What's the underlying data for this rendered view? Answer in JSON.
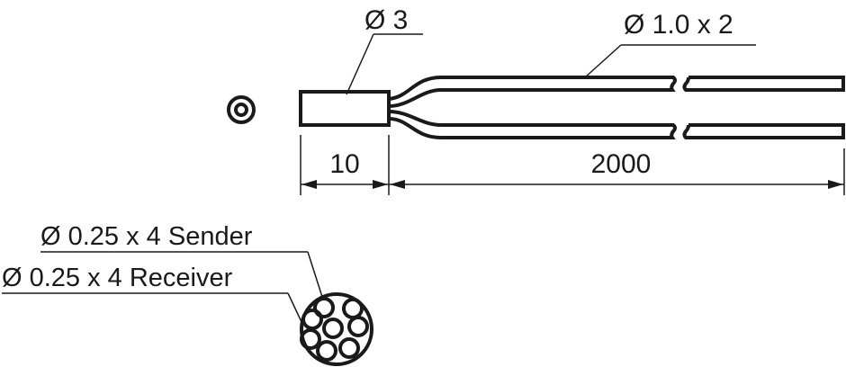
{
  "labels": {
    "housing_diameter": "Ø 3",
    "cable_diameter": "Ø 1.0 x 2",
    "housing_length": "10",
    "cable_length": "2000",
    "sender_fibers": "Ø 0.25 x 4 Sender",
    "receiver_fibers": "Ø 0.25 x 4 Receiver"
  },
  "colors": {
    "line": "#1a1a1a",
    "background": "#ffffff"
  }
}
